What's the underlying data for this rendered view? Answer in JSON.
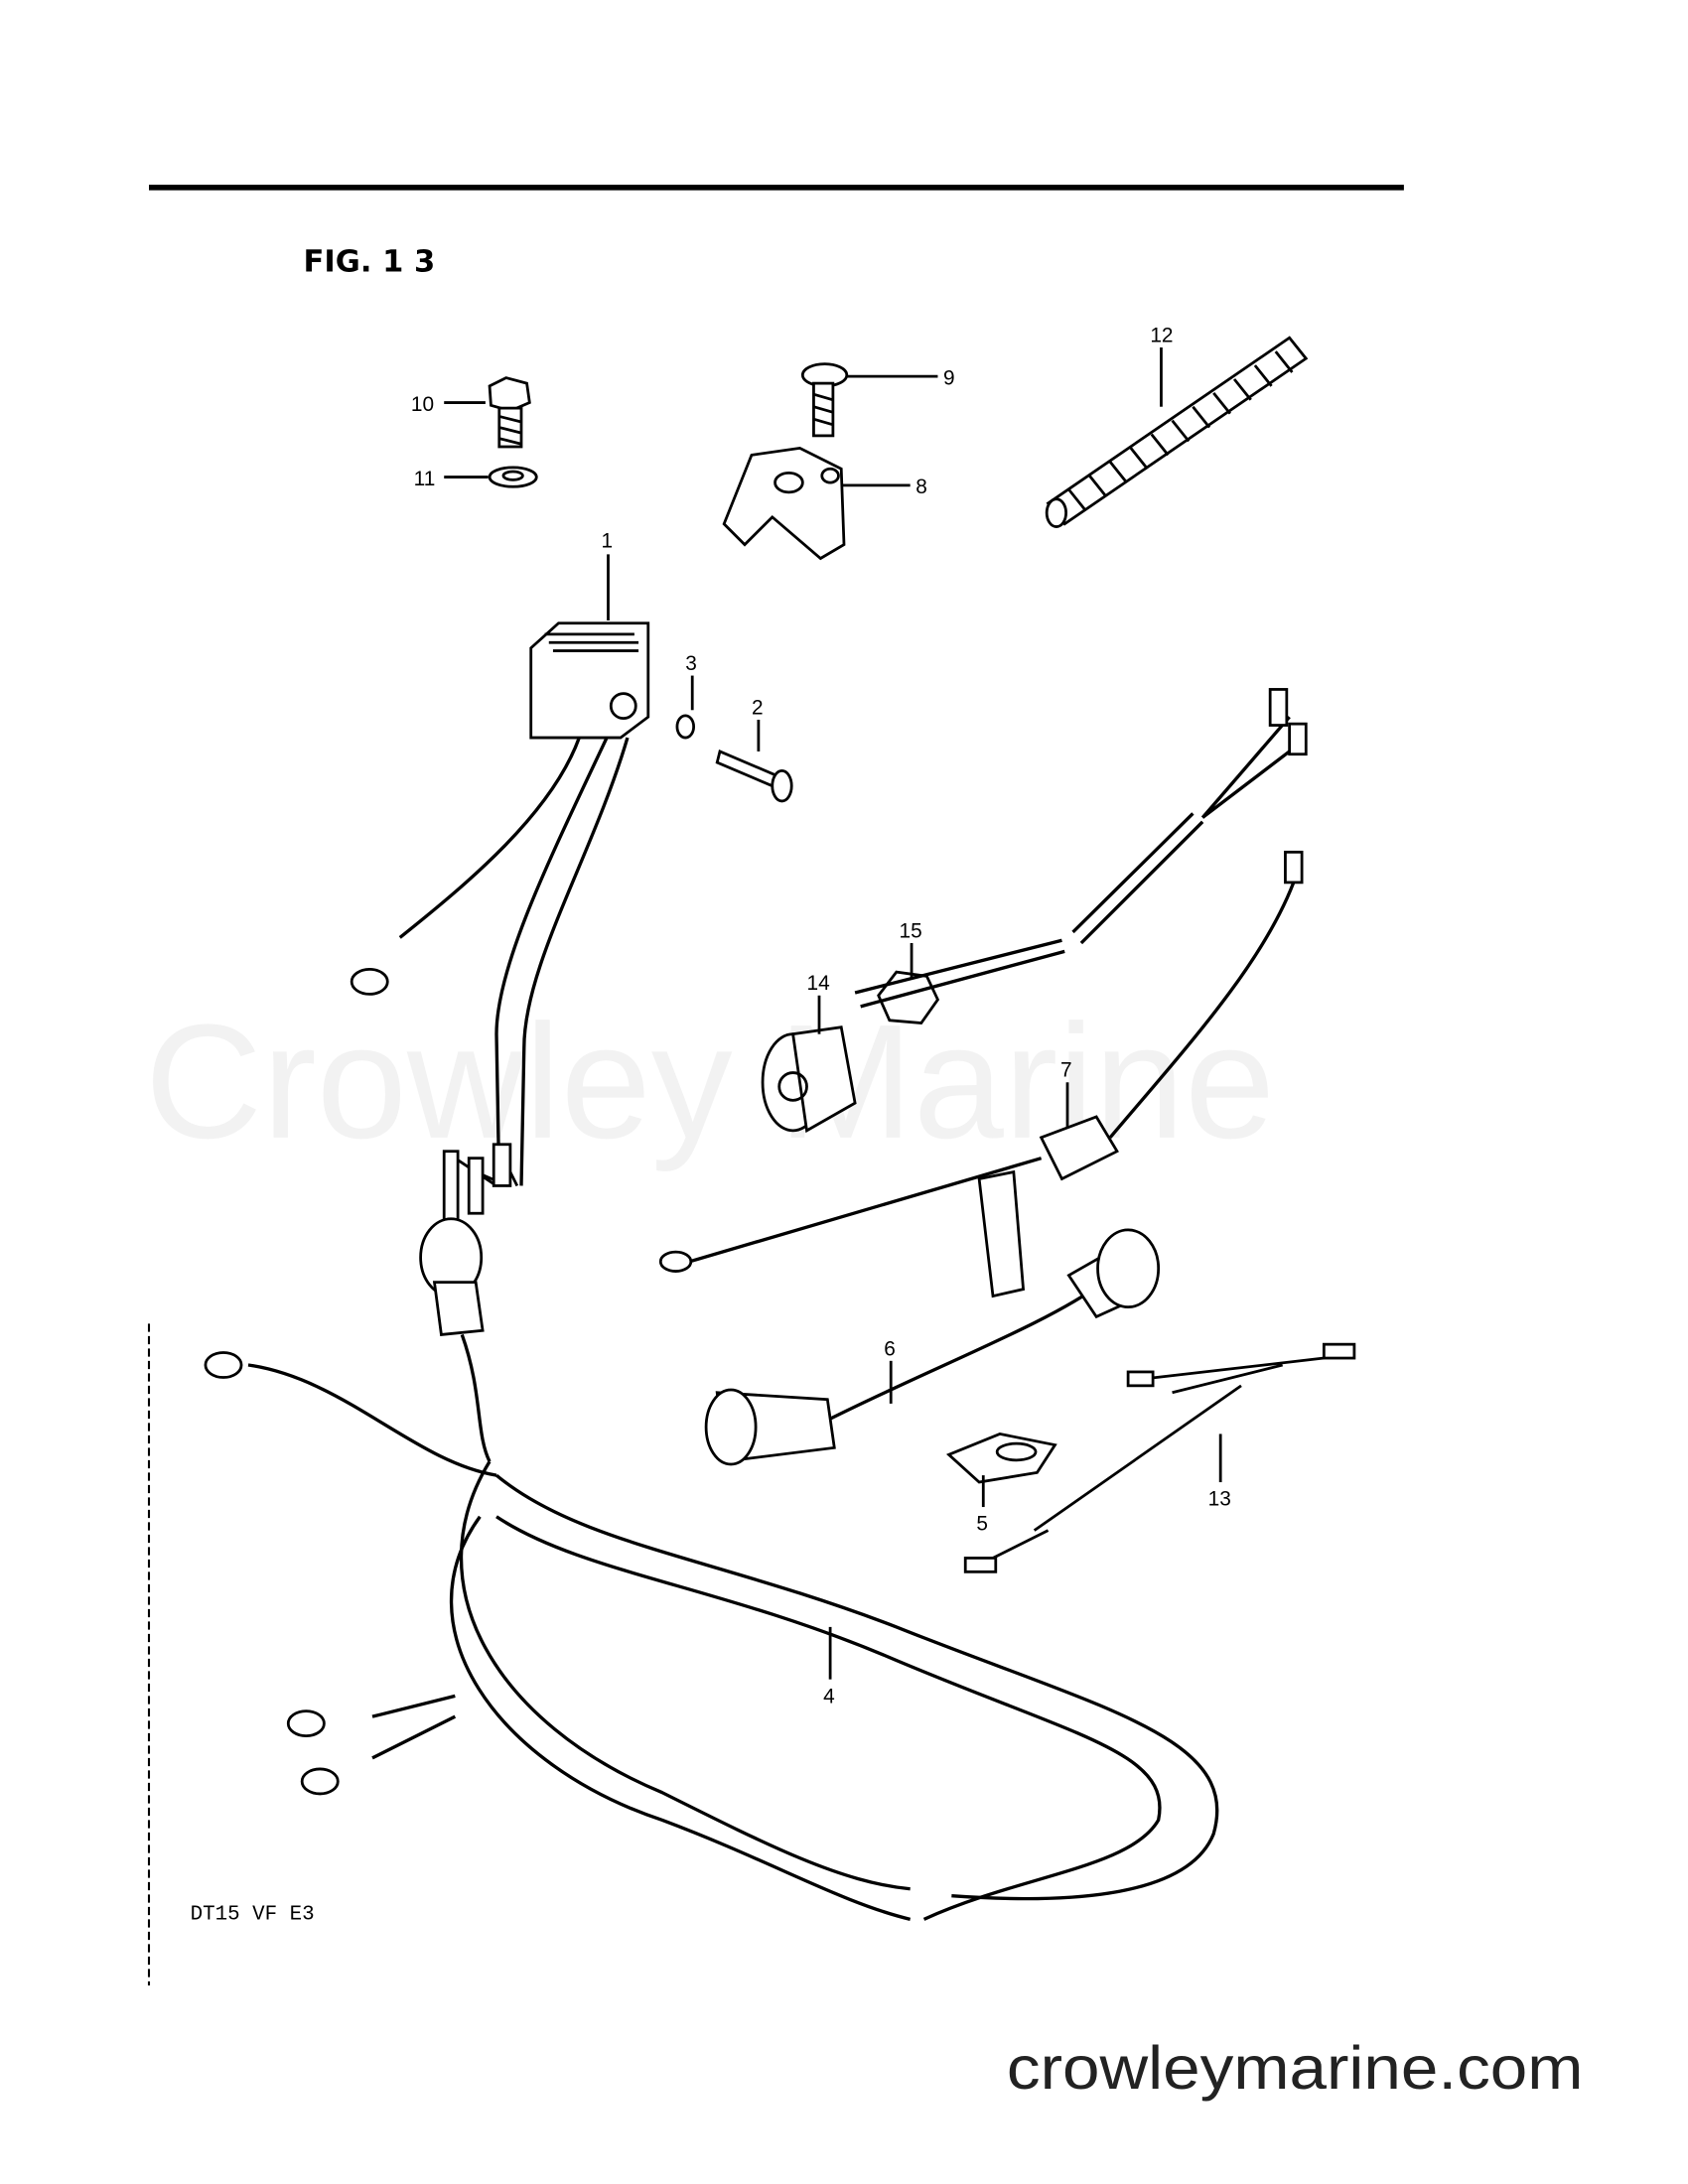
{
  "figure": {
    "title": "FIG. 1 3",
    "model": "DT15  VF  E3"
  },
  "callouts": {
    "c1": "1",
    "c2": "2",
    "c3": "3",
    "c4": "4",
    "c5": "5",
    "c6": "6",
    "c7": "7",
    "c8": "8",
    "c9": "9",
    "c10": "10",
    "c11": "11",
    "c12": "12",
    "c13": "13",
    "c14": "14",
    "c15": "15"
  },
  "watermark": "Crowley Marine",
  "site": "crowleymarine.com"
}
